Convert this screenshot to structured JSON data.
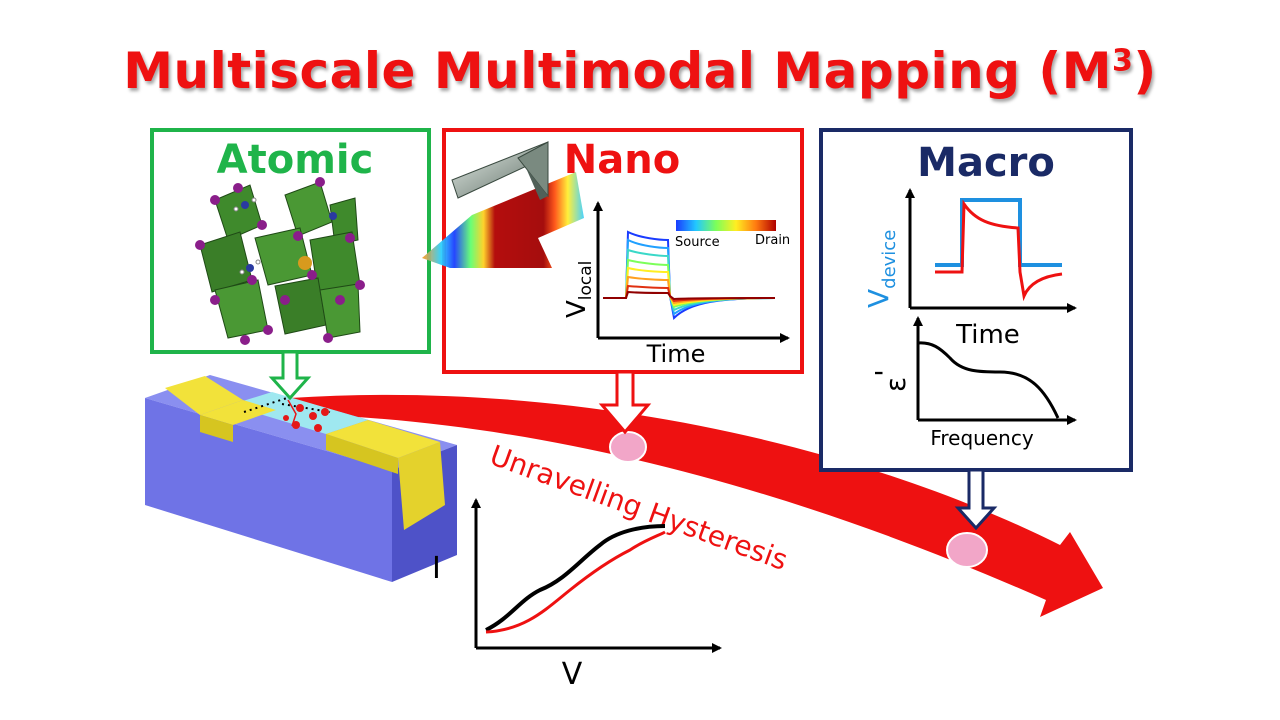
{
  "title": {
    "main": "Multiscale Multimodal Mapping (M",
    "sup": "3",
    "close": ")"
  },
  "panels": {
    "atomic": {
      "label": "Atomic",
      "color": "#1fb44a"
    },
    "nano": {
      "label": "Nano",
      "color": "#ee1111",
      "colorbar": {
        "left": "Source",
        "right": "Drain"
      },
      "ylabel_main": "V",
      "ylabel_sub": "local",
      "xlabel": "Time"
    },
    "macro": {
      "label": "Macro",
      "color": "#1a2a66",
      "top_plot": {
        "ylabel_main": "V",
        "ylabel_sub": "device",
        "xlabel": "Time"
      },
      "bottom_plot": {
        "ylabel": "ε",
        "ylabel_prime": "'",
        "xlabel": "Frequency"
      }
    }
  },
  "arrow_text": "Unravelling Hysteresis",
  "iv_plot": {
    "ylabel": "I",
    "xlabel": "V"
  },
  "colors": {
    "red": "#ee1111",
    "green": "#1fb44a",
    "navy": "#1a2a66",
    "blue_trace": "#1e90e0",
    "pink_marker": "#f2a6c8",
    "substrate": "#6f73e6",
    "electrode": "#f2e23a",
    "channel": "#9fe8f0"
  }
}
